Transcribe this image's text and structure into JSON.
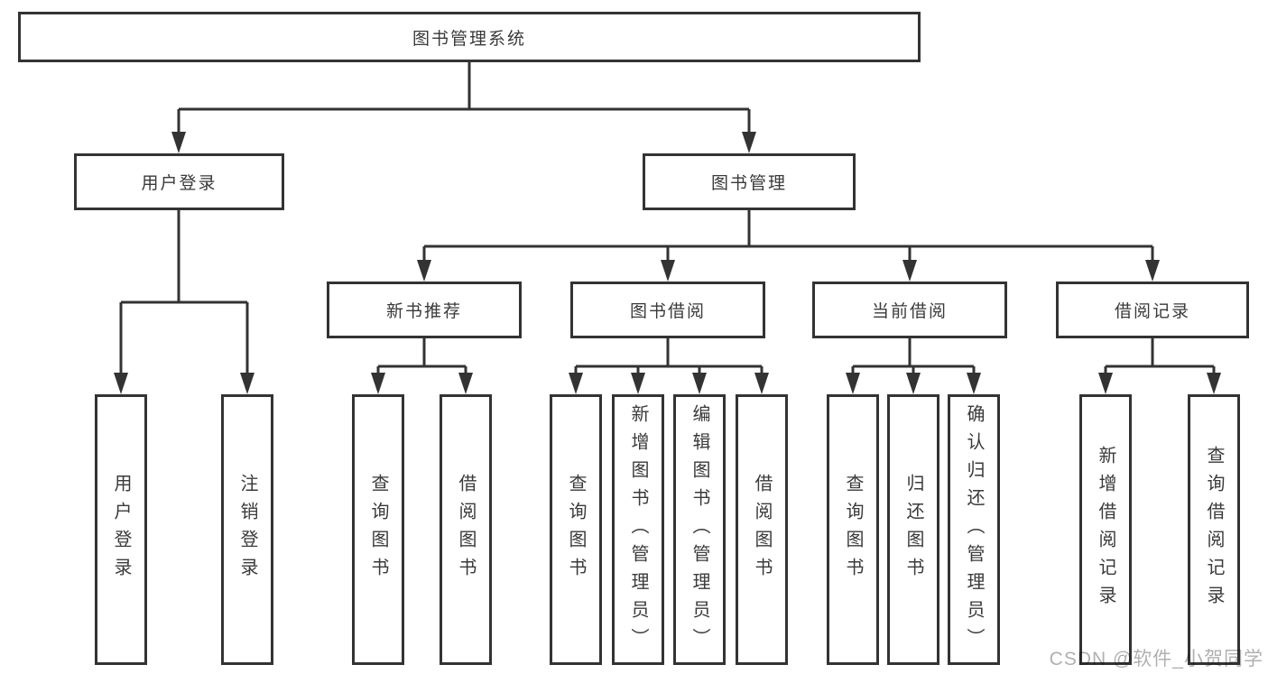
{
  "tree": {
    "label": "图书管理系统",
    "children": [
      {
        "label": "用户登录",
        "children": [
          {
            "label": "用户登录"
          },
          {
            "label": "注销登录"
          }
        ]
      },
      {
        "label": "图书管理",
        "children": [
          {
            "label": "新书推荐",
            "children": [
              {
                "label": "查询图书"
              },
              {
                "label": "借阅图书"
              }
            ]
          },
          {
            "label": "图书借阅",
            "children": [
              {
                "label": "查询图书"
              },
              {
                "label": "新增图书（管理员）"
              },
              {
                "label": "编辑图书（管理员）"
              },
              {
                "label": "借阅图书"
              }
            ]
          },
          {
            "label": "当前借阅",
            "children": [
              {
                "label": "查询图书"
              },
              {
                "label": "归还图书"
              },
              {
                "label": "确认归还（管理员）"
              }
            ]
          },
          {
            "label": "借阅记录",
            "children": [
              {
                "label": "新增借阅记录"
              },
              {
                "label": "查询借阅记录"
              }
            ]
          }
        ]
      }
    ]
  },
  "watermark": "CSDN @软件_小贺同学",
  "colors": {
    "line": "#333333",
    "box_border": "#333333",
    "text": "#3a3a3a",
    "watermark": "#b0b0b0",
    "background": "#ffffff"
  }
}
